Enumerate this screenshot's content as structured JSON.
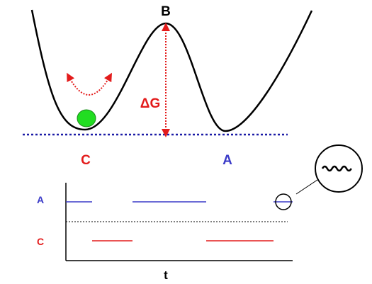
{
  "colors": {
    "curve": "#000000",
    "baseline": "#1a1aa6",
    "red": "#e31b1b",
    "blue": "#3b3bc8",
    "ball_fill": "#22dd22",
    "ball_stroke": "#1a8a1a"
  },
  "energy_landscape": {
    "peak_label": "B",
    "barrier_label": "ΔG",
    "left_state_label": "C",
    "right_state_label": "A"
  },
  "trace_plot": {
    "row_top_label": "A",
    "row_bottom_label": "C",
    "x_axis_label": "t"
  },
  "icons": {
    "ball": "green-ball-icon",
    "oscillation_arrow": "curved-double-arrow-icon",
    "zoom_inset": "magnifier-wave-icon"
  }
}
